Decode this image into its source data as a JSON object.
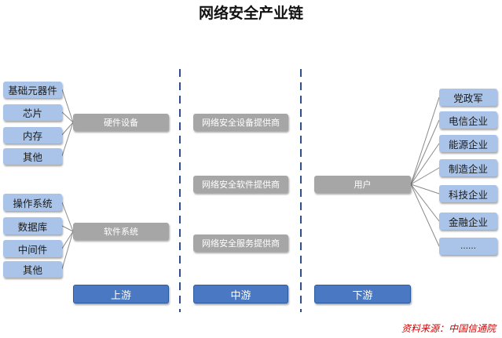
{
  "title": "网络安全产业链",
  "upstream": {
    "hardware": {
      "label": "硬件设备",
      "items": [
        "基础元器件",
        "芯片",
        "内存",
        "其他"
      ]
    },
    "software": {
      "label": "软件系统",
      "items": [
        "操作系统",
        "数据库",
        "中间件",
        "其他"
      ]
    },
    "stage_label": "上游"
  },
  "midstream": {
    "items": [
      "网络安全设备提供商",
      "网络安全软件提供商",
      "网络安全服务提供商"
    ],
    "stage_label": "中游"
  },
  "downstream": {
    "label": "用户",
    "items": [
      "党政军",
      "电信企业",
      "能源企业",
      "制造企业",
      "科技企业",
      "金融企业",
      "……"
    ],
    "stage_label": "下游"
  },
  "source": "资料来源：中国信通院",
  "colors": {
    "leaf": "#a9c4e8",
    "gray_box": "#a6a6a6",
    "stage": "#4a78c2",
    "divider": "#2e4f8a",
    "source": "#d40000"
  }
}
